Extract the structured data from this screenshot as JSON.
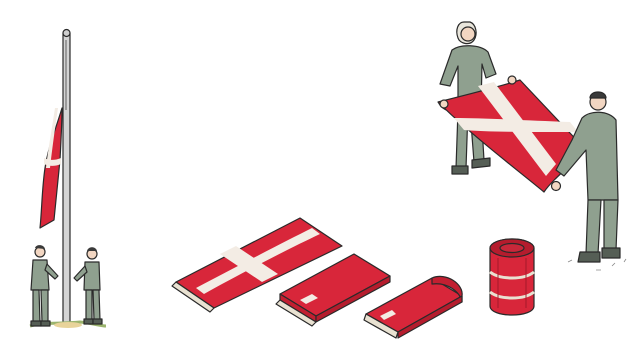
{
  "illustration": {
    "subject": "danish-flag-folding-steps",
    "colors": {
      "flag_red": "#d8263a",
      "flag_cross": "#f3ece4",
      "flag_edge": "#e9e2d2",
      "uniform": "#8fa08f",
      "skin": "#f2d6c2",
      "pole": "#d4d4d4",
      "background": "#ffffff",
      "ink": "#2a2a2a"
    },
    "panels": [
      {
        "id": "flag-lowering",
        "icon": "flagpole-half-mast"
      },
      {
        "id": "flag-holding",
        "icon": "two-people-holding-flag"
      },
      {
        "id": "flag-folding",
        "icon": "flag-fold-steps"
      },
      {
        "id": "flag-rolled",
        "icon": "rolled-flag-bundle"
      }
    ]
  }
}
